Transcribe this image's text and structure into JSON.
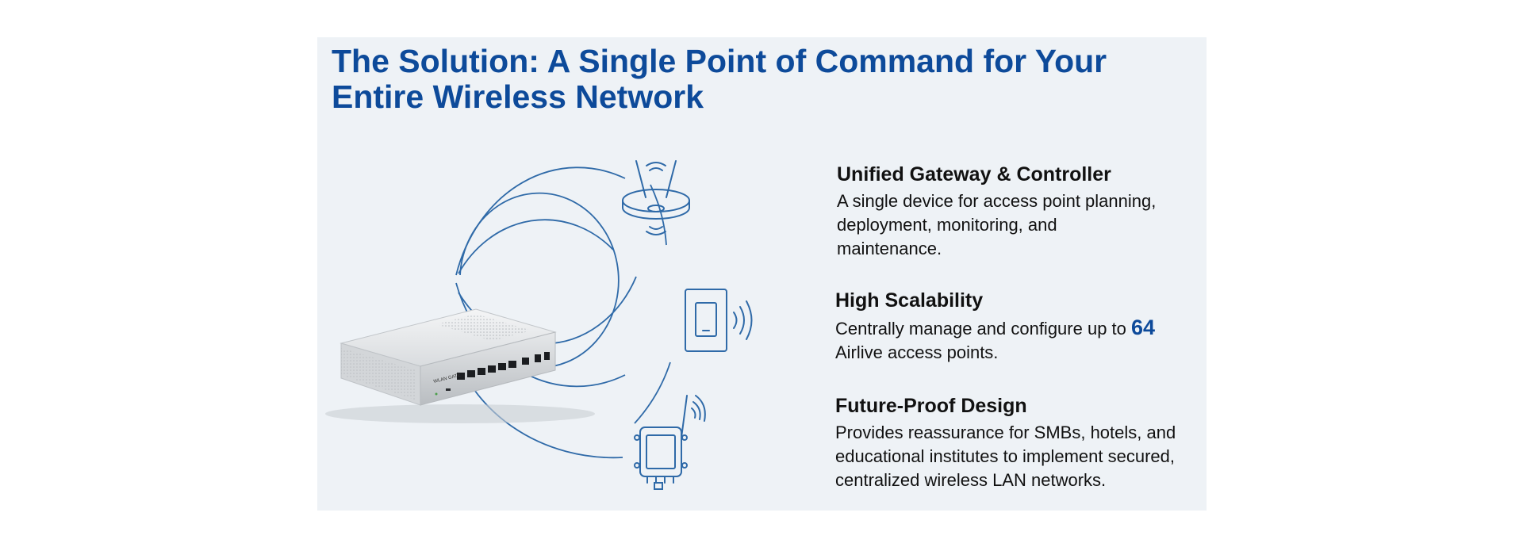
{
  "title_line1": "The Solution: A Single Point of Command for Your",
  "title_line2": "Entire Wireless Network",
  "colors": {
    "accent": "#0d4a9a",
    "background": "#eef2f6",
    "text": "#111111",
    "line": "#2f6aa8"
  },
  "features": [
    {
      "heading": "Unified Gateway & Controller",
      "body": [
        "A single device for access point planning,",
        "deployment, monitoring, and",
        "maintenance."
      ]
    },
    {
      "heading": "High Scalability",
      "body_pre": "Centrally manage and configure up to ",
      "highlight": "64",
      "body_line2": "Airlive access points."
    },
    {
      "heading": "Future-Proof Design",
      "body": [
        "Provides reassurance for SMBs, hotels, and",
        "educational institutes to implement secured,",
        "centralized wireless LAN networks."
      ]
    }
  ],
  "device_label": "WLAN GATE",
  "icons": [
    "gateway-device-image",
    "ceiling-access-point-icon",
    "wall-plate-access-point-icon",
    "outdoor-access-point-icon"
  ]
}
